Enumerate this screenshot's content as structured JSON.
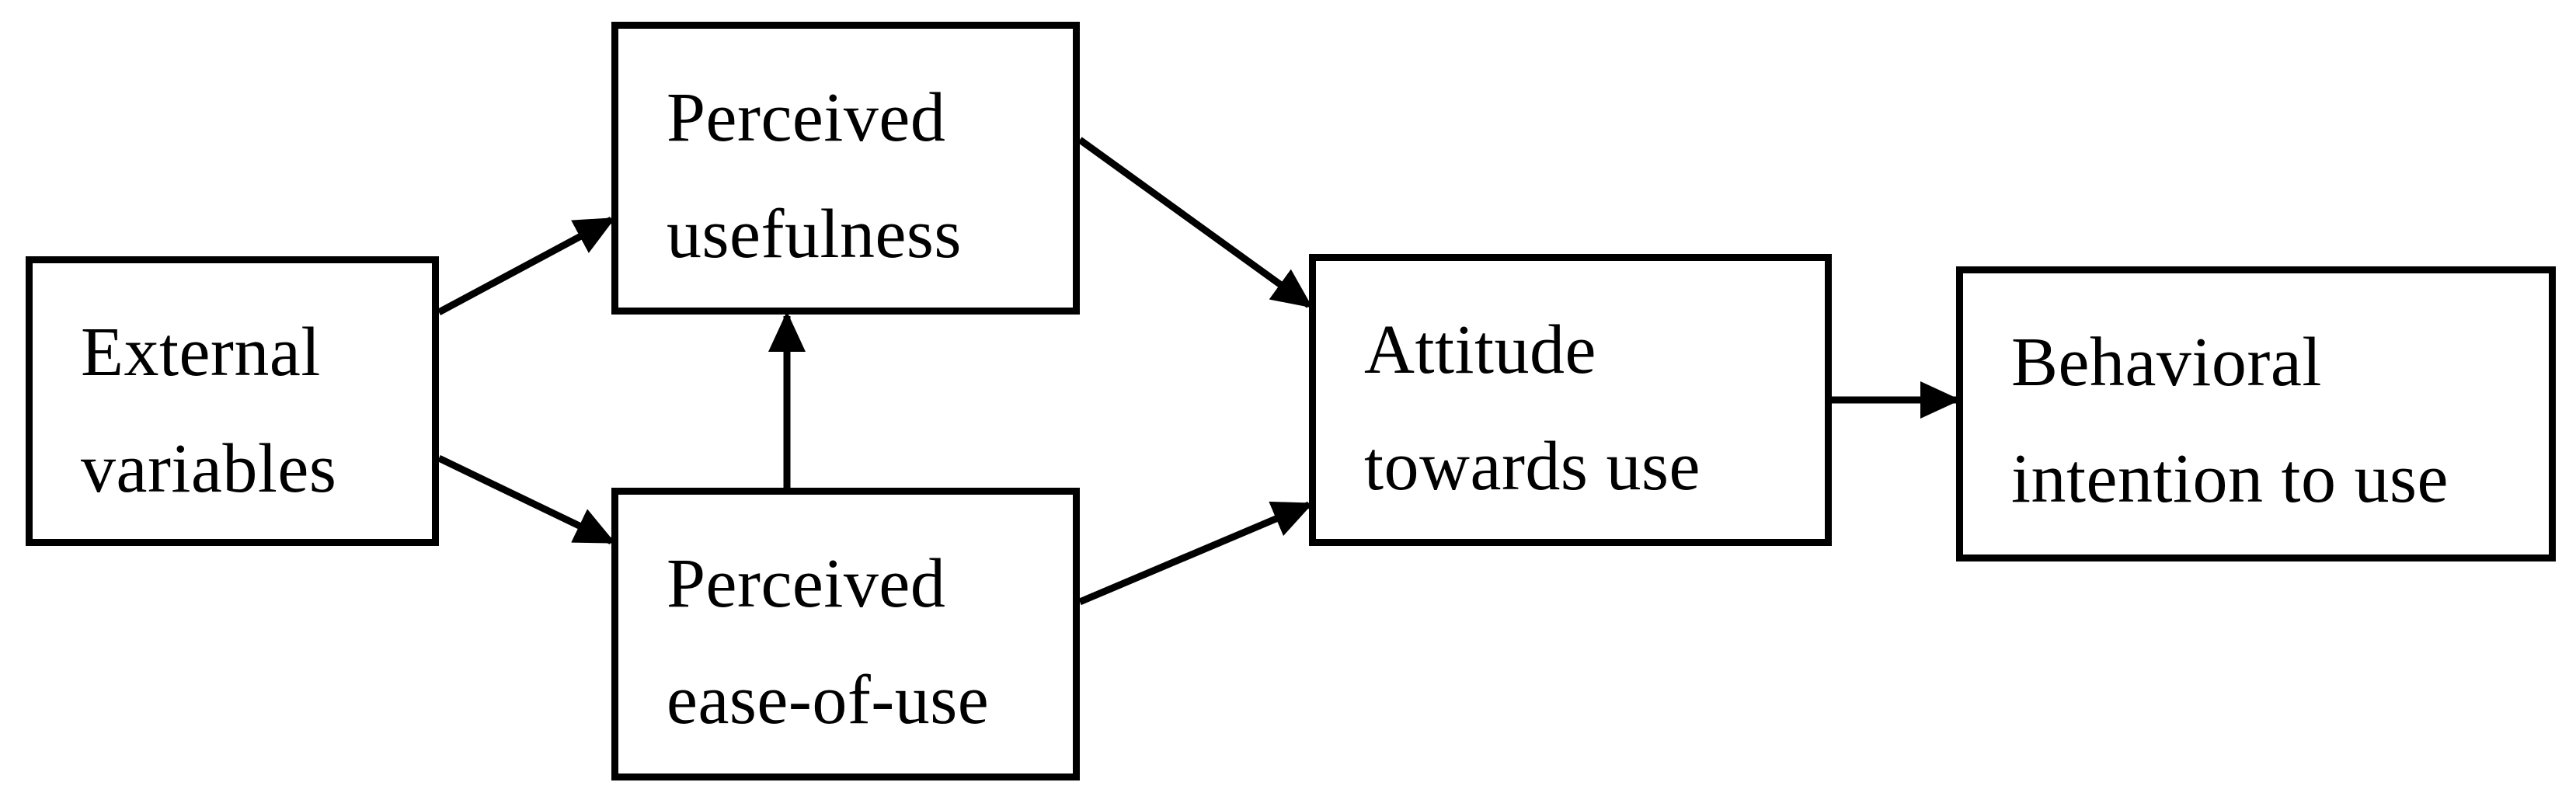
{
  "diagram": {
    "background_color": "#ffffff",
    "stroke_color": "#000000",
    "nodes": [
      {
        "id": "external-variables",
        "line1": "External",
        "line2": "variables"
      },
      {
        "id": "perceived-usefulness",
        "line1": "Perceived",
        "line2": "usefulness"
      },
      {
        "id": "perceived-ease-of-use",
        "line1": "Perceived",
        "line2": "ease-of-use"
      },
      {
        "id": "attitude-towards-use",
        "line1": "Attitude",
        "line2": "towards use"
      },
      {
        "id": "behavioral-intention",
        "line1": "Behavioral",
        "line2": "intention to use"
      }
    ],
    "edges": [
      {
        "from": "external-variables",
        "to": "perceived-usefulness",
        "style": "arrow"
      },
      {
        "from": "external-variables",
        "to": "perceived-ease-of-use",
        "style": "arrow"
      },
      {
        "from": "perceived-ease-of-use",
        "to": "perceived-usefulness",
        "style": "arrow"
      },
      {
        "from": "perceived-usefulness",
        "to": "attitude-towards-use",
        "style": "arrow"
      },
      {
        "from": "perceived-ease-of-use",
        "to": "attitude-towards-use",
        "style": "arrow"
      },
      {
        "from": "attitude-towards-use",
        "to": "behavioral-intention",
        "style": "arrow"
      }
    ]
  }
}
